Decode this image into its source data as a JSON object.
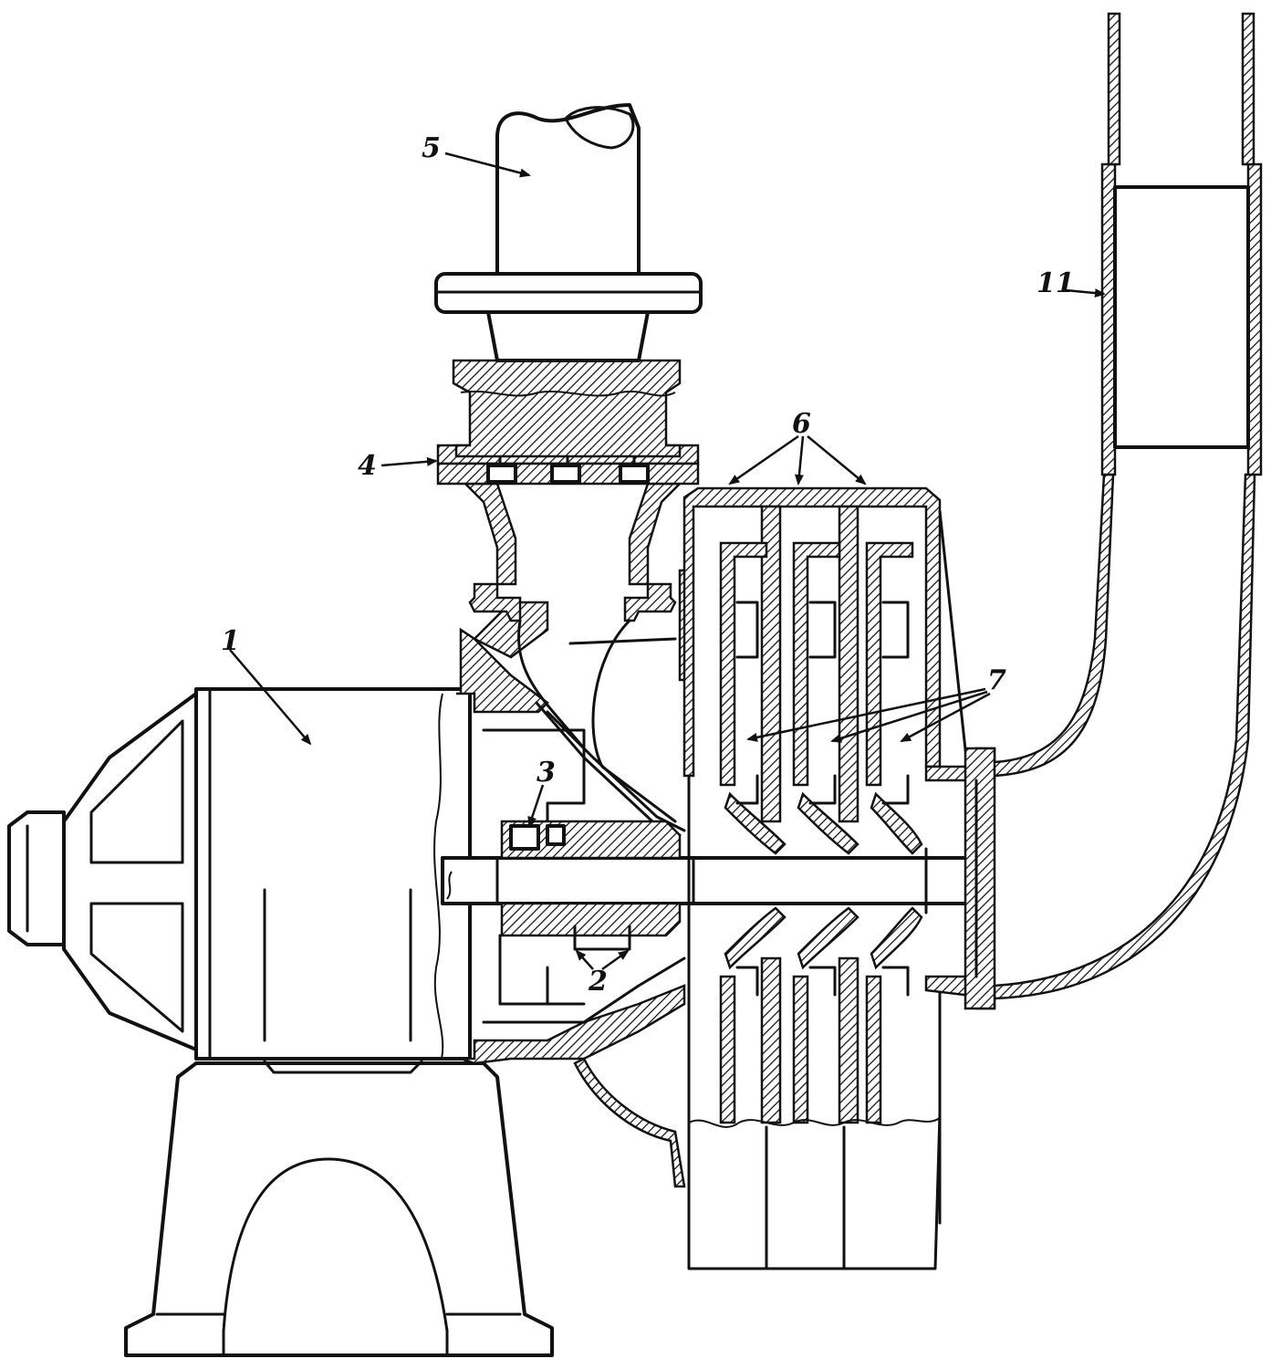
{
  "labels": {
    "motor": "1",
    "seal": "2",
    "bearing": "3",
    "screen": "4",
    "inlet": "5",
    "diaphragms": "6",
    "impellers": "7",
    "discharge": "11"
  }
}
